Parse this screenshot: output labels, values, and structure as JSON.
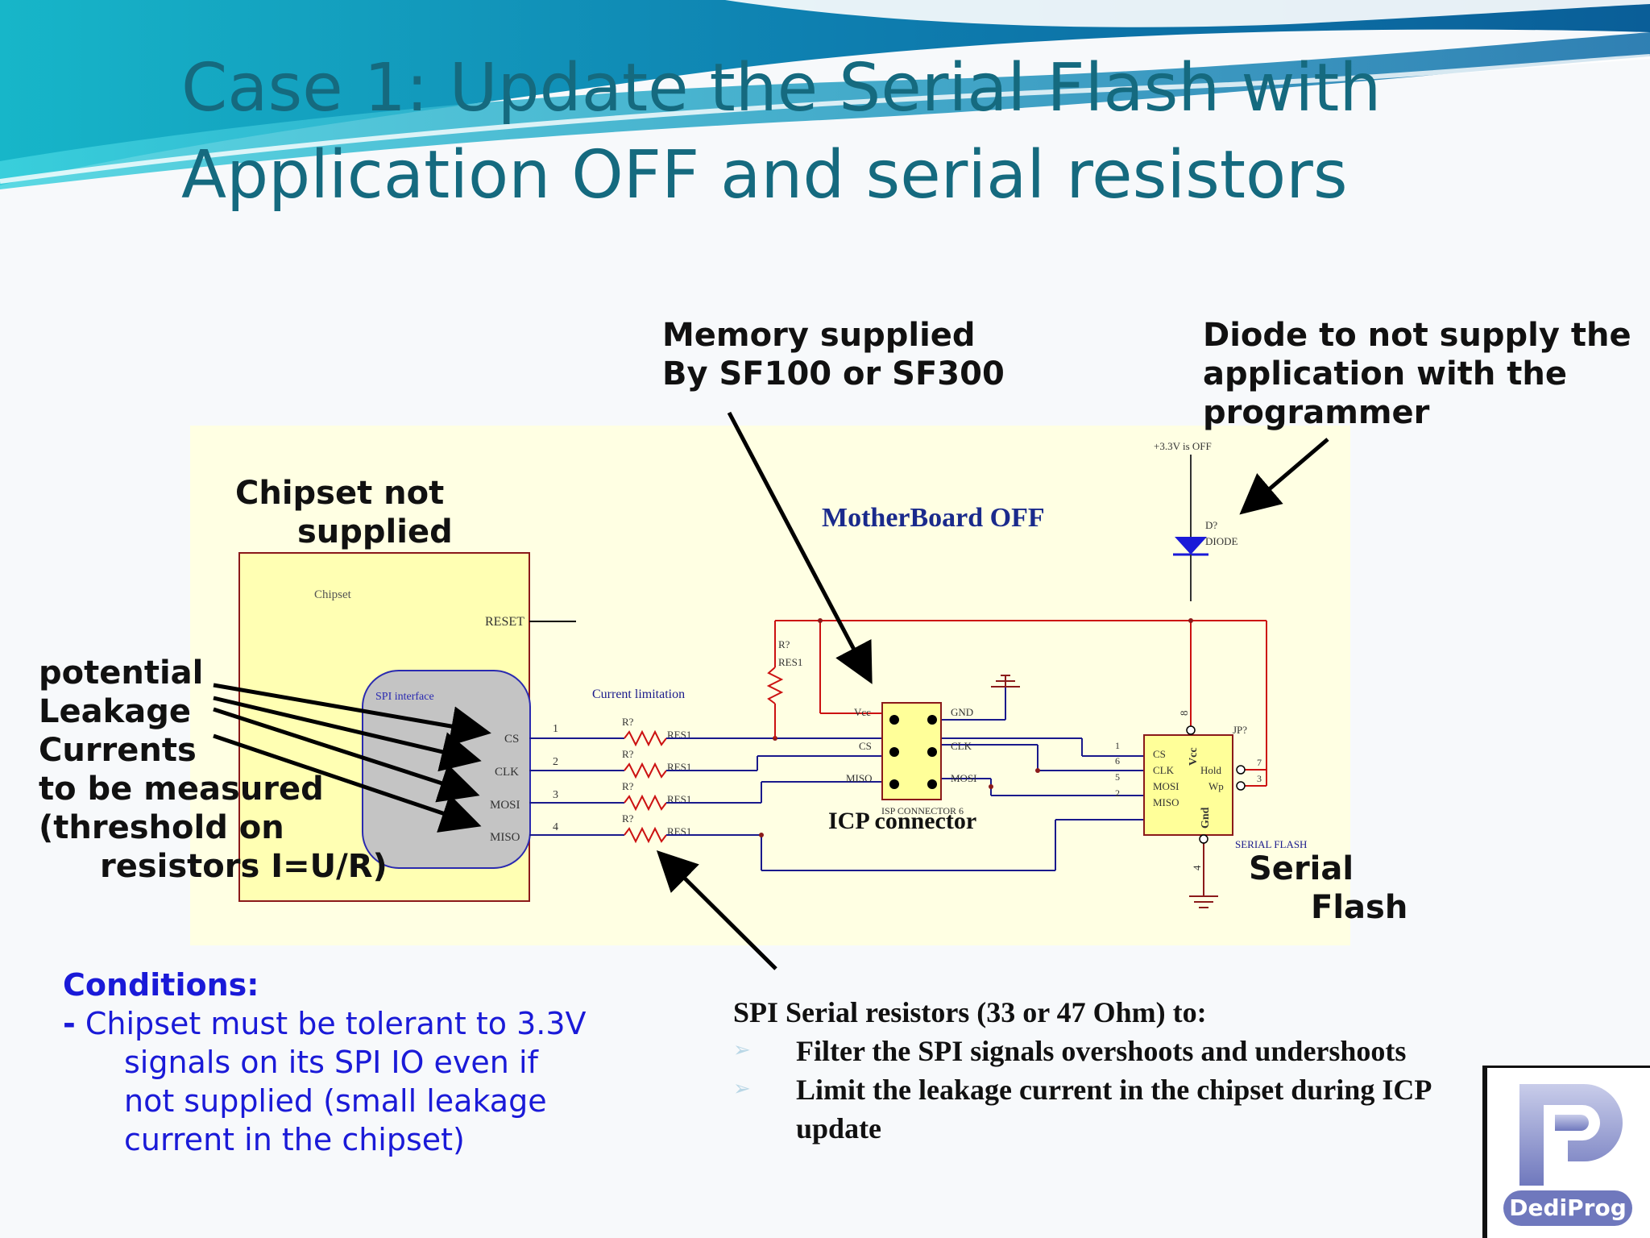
{
  "slide": {
    "title_line1": "Case 1: Update the Serial Flash with",
    "title_line2": "Application OFF and serial resistors"
  },
  "callouts": {
    "memory_line1": "Memory supplied",
    "memory_line2": "By SF100 or SF300",
    "diode_line1": "Diode to not supply the",
    "diode_line2": "application with the",
    "diode_line3": "programmer",
    "chipset_line1": "Chipset not",
    "chipset_line2": "supplied",
    "leak_line1": "potential",
    "leak_line2": "Leakage",
    "leak_line3": "Currents",
    "leak_line4": "to be measured",
    "leak_line5": "(threshold on",
    "leak_line6": "resistors I=U/R)",
    "serial_line1": "Serial",
    "serial_line2": "Flash"
  },
  "schematic": {
    "motherboard": "MotherBoard OFF",
    "chipset": "Chipset",
    "reset": "RESET",
    "spi_interface": "SPI interface",
    "current_limitation": "Current limitation",
    "icp_connector": "ICP connector",
    "isp_connector": "ISP CONNECTOR 6",
    "power_label": "+3.3V is OFF",
    "diode_ref": "D?",
    "diode_name": "DIODE",
    "res_ref": "R?",
    "res_name": "RES1",
    "jp": "JP?",
    "serial_flash": "SERIAL FLASH",
    "pins": {
      "cs": "CS",
      "clk": "CLK",
      "mosi": "MOSI",
      "miso": "MISO",
      "vcc": "Vcc",
      "gnd": "GND",
      "gnd_short": "Gnd",
      "hold": "Hold",
      "wp": "Wp"
    },
    "nums": {
      "n1": "1",
      "n2": "2",
      "n3": "3",
      "n4": "4",
      "n5": "5",
      "n6": "6",
      "n7": "7",
      "n8": "8"
    }
  },
  "conditions": {
    "heading": "Conditions:",
    "dash": "-",
    "line1": "Chipset must be tolerant to 3.3V",
    "line2": "signals on its SPI IO even if",
    "line3": "not supplied (small leakage",
    "line4": "current in the chipset)"
  },
  "spi_note": {
    "heading": "SPI Serial resistors (33 or 47 Ohm) to:",
    "bullet_glyph": "➢",
    "item1": "Filter the SPI signals overshoots and undershoots",
    "item2_line1": "Limit the leakage current in the chipset during ICP",
    "item2_line2": "update"
  },
  "logo": {
    "brand": "DediProg"
  },
  "colors": {
    "title": "#156a7f",
    "conditions": "#1a1ad8",
    "schematic_bg": "#ffffe3",
    "wire_red": "#cc1111",
    "wire_blue": "#1a1a8c"
  }
}
